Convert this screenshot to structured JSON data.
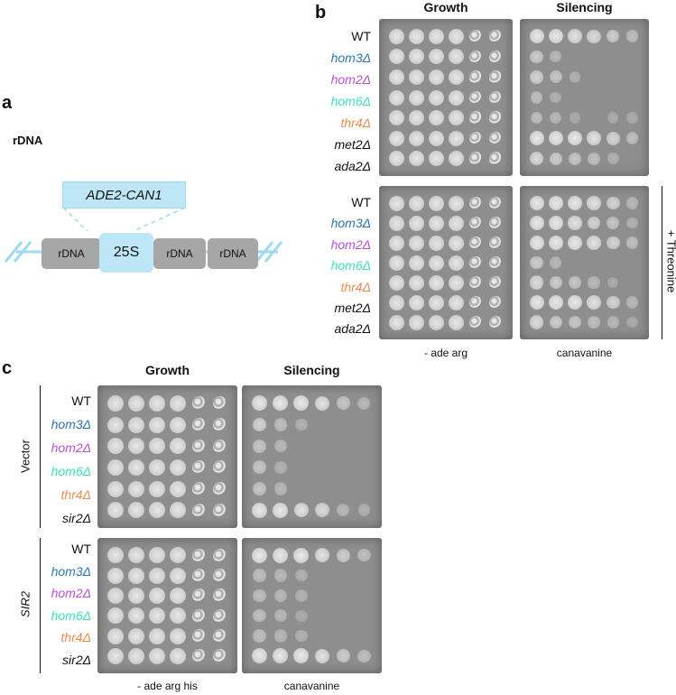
{
  "panels": {
    "a": {
      "letter": "a",
      "title": "rDNA",
      "insert_label": "ADE2-CAN1",
      "boxes": [
        "rDNA",
        "25S",
        "rDNA",
        "rDNA"
      ]
    },
    "b": {
      "letter": "b",
      "col_headers": [
        "Growth",
        "Silencing"
      ],
      "footers": [
        "- ade arg",
        "canavanine"
      ],
      "side_label": "+ Threonine",
      "strains": [
        "WT",
        "hom3Δ",
        "hom2Δ",
        "hom6Δ",
        "thr4Δ",
        "met2Δ",
        "ada2Δ"
      ]
    },
    "c": {
      "letter": "c",
      "col_headers": [
        "Growth",
        "Silencing"
      ],
      "footers": [
        "- ade arg his",
        "canavanine"
      ],
      "group_labels": [
        "Vector",
        "SIR2"
      ],
      "strains": [
        "WT",
        "hom3Δ",
        "hom2Δ",
        "hom6Δ",
        "thr4Δ",
        "sir2Δ"
      ]
    }
  },
  "colors": {
    "WT": "#111111",
    "hom3Δ": "#2e74b5",
    "hom2Δ": "#b84fd8",
    "hom6Δ": "#3fe0b5",
    "thr4Δ": "#ee8a4f",
    "met2Δ": "#111111",
    "ada2Δ": "#111111",
    "sir2Δ": "#111111",
    "box_grey": "#a6a6a6",
    "box_blue": "#bde6f7",
    "line_blue": "#9fd9f2"
  },
  "growth_levels": {
    "b_top_silencing": [
      [
        1,
        1,
        0.9,
        0.8,
        0.6,
        0.4
      ],
      [
        0.6,
        0.3,
        0,
        0,
        0,
        0
      ],
      [
        0.7,
        0.5,
        0.2,
        0,
        0,
        0
      ],
      [
        0.4,
        0.2,
        0,
        0,
        0,
        0
      ],
      [
        0.4,
        0.3,
        0.1,
        0,
        0.1,
        0.1
      ],
      [
        1,
        1,
        1,
        0.9,
        0.7,
        0.4
      ],
      [
        0.8,
        0.6,
        0.5,
        0.4,
        0.2,
        0
      ]
    ],
    "b_bot_silencing": [
      [
        1,
        1,
        1,
        0.9,
        0.7,
        0.3
      ],
      [
        1,
        1,
        0.9,
        0.7,
        0.5,
        0.2
      ],
      [
        1,
        1,
        1,
        0.9,
        0.7,
        0.4
      ],
      [
        0.6,
        0.3,
        0,
        0,
        0,
        0
      ],
      [
        0.8,
        0.6,
        0.5,
        0.3,
        0.1,
        0
      ],
      [
        1,
        1,
        1,
        0.9,
        0.7,
        0.3
      ],
      [
        0.8,
        0.6,
        0.5,
        0.4,
        0.3,
        0.1
      ]
    ],
    "c_top_silencing": [
      [
        1,
        1,
        1,
        0.9,
        0.5,
        0.3
      ],
      [
        0.7,
        0.4,
        0.2,
        0,
        0,
        0
      ],
      [
        0.5,
        0.3,
        0,
        0,
        0,
        0
      ],
      [
        0.5,
        0.2,
        0,
        0,
        0,
        0
      ],
      [
        0.5,
        0.3,
        0,
        0,
        0,
        0
      ],
      [
        1,
        1,
        0.9,
        0.8,
        0.3,
        0.2
      ]
    ],
    "c_bot_silencing": [
      [
        1,
        1,
        1,
        0.9,
        0.6,
        0.4
      ],
      [
        0.4,
        0.3,
        0.2,
        0,
        0,
        0
      ],
      [
        0.4,
        0.3,
        0.2,
        0,
        0,
        0
      ],
      [
        0.4,
        0.3,
        0.1,
        0,
        0,
        0
      ],
      [
        0.4,
        0.3,
        0.2,
        0,
        0,
        0
      ],
      [
        1,
        1,
        1,
        0.9,
        0.6,
        0.4
      ]
    ]
  }
}
